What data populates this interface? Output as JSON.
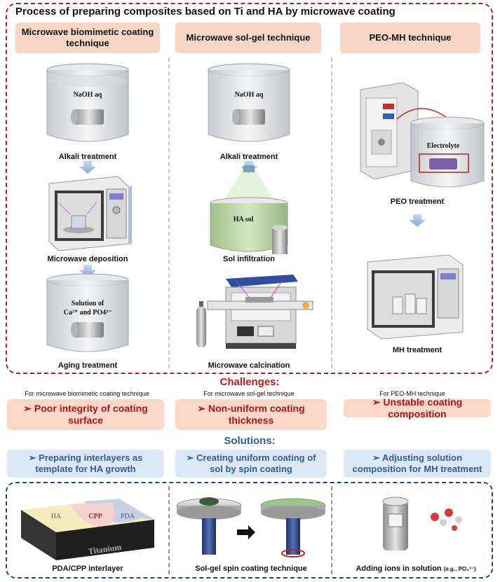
{
  "title": "Process of preparing composites based on Ti and HA by microwave coating",
  "columns": [
    {
      "header": "Microwave biomimetic coating technique",
      "steps": [
        "Alkali treatment",
        "Microwave deposition",
        "Aging treatment"
      ],
      "beaker_labels": {
        "b1": "NaOH aq",
        "b2_line1": "Solution of",
        "b2_line2": "Ca²⁺ and PO4³⁻"
      }
    },
    {
      "header": "Microwave sol-gel technique",
      "steps": [
        "Alkali treatment",
        "Sol infiltration",
        "Microwave calcination"
      ],
      "beaker_labels": {
        "b1": "NaOH aq",
        "b2": "HA sol"
      }
    },
    {
      "header": "PEO-MH technique",
      "steps": [
        "PEO treatment",
        "MH treatment"
      ],
      "beaker_labels": {
        "b1": "Electrolyte"
      }
    }
  ],
  "challenges": {
    "title": "Challenges:",
    "items": [
      {
        "for": "For microwave biomimetic coating technique",
        "text": "➢ Poor integrity of coating surface"
      },
      {
        "for": "For microwave sol-gel technique",
        "text": "➢ Non-uniform coating thickness"
      },
      {
        "for": "For PEO-MH technique",
        "text": "➢ Unstable coating composition"
      }
    ]
  },
  "solutions": {
    "title": "Solutions:",
    "items": [
      "➢ Preparing interlayers as template for HA growth",
      "➢ Creating uniform coating of sol by spin coating",
      "➢ Adjusting solution composition for MH treatment"
    ]
  },
  "bottom": {
    "items": [
      "PDA/CPP interlayer",
      "Sol-gel spin coating technique",
      "Adding ions in solution"
    ],
    "note": "(e.g., PO₄³⁻)",
    "layer_labels": {
      "ha": "HA",
      "cpp": "CPP",
      "pda": "PDA",
      "base": "Titanium"
    }
  },
  "colors": {
    "red": "#c0171d",
    "navy": "#25467a",
    "peach": "#f9d7c6",
    "blue_box": "#dce8f5"
  }
}
